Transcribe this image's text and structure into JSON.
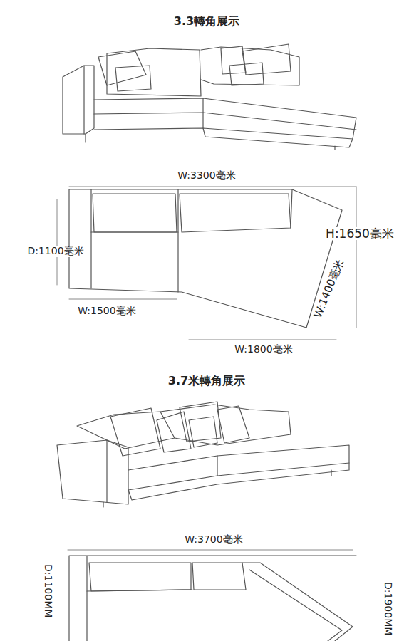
{
  "diagram": {
    "title": "3.3轉角展示",
    "labels": [
      "W:3300毫米",
      "D:1100毫米",
      "H:1650毫米",
      "W:1400毫米",
      "W:1500毫米",
      "W:1800毫米",
      "3.7米轉角展示",
      "W:3700毫米",
      "D:1100MM",
      "D:1900MM"
    ]
  }
}
